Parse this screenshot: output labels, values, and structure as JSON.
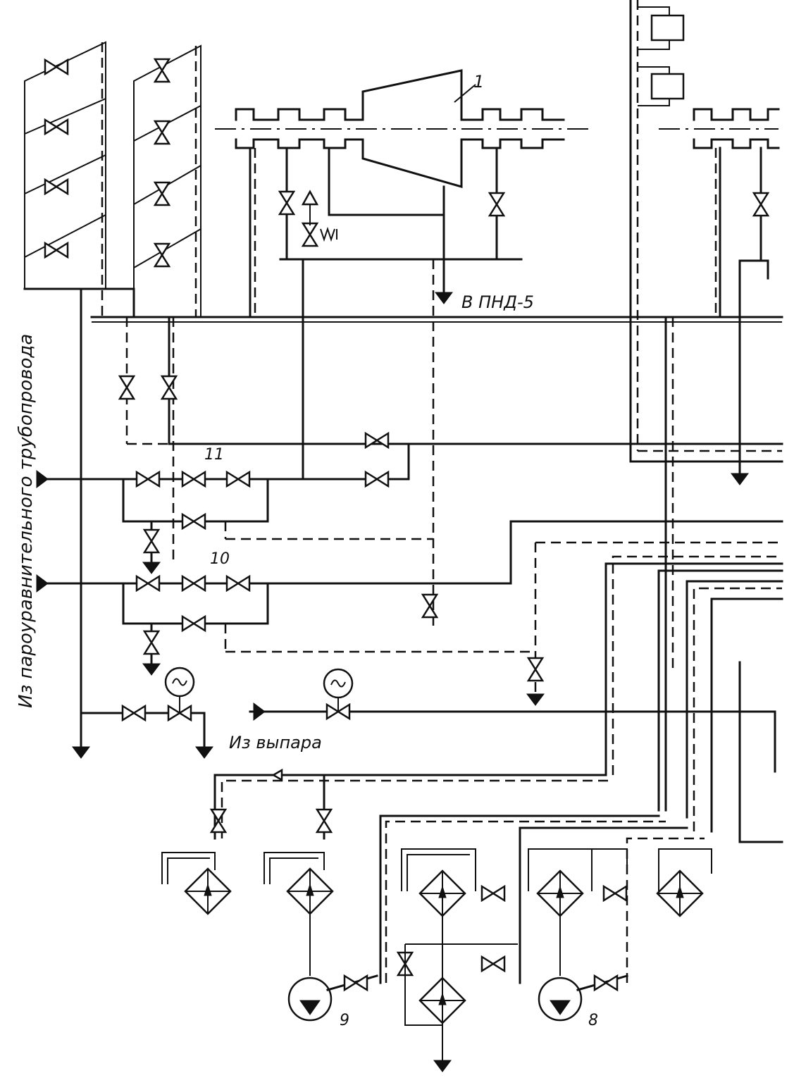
{
  "labels": {
    "num_1": "1",
    "to_lpheater": "В ПНД-5",
    "num_11": "11",
    "num_10": "10",
    "from_evap": "Из выпара",
    "from_steam_line": "Из пароуравнительного трубопровода",
    "num_9": "9",
    "num_8": "8"
  }
}
